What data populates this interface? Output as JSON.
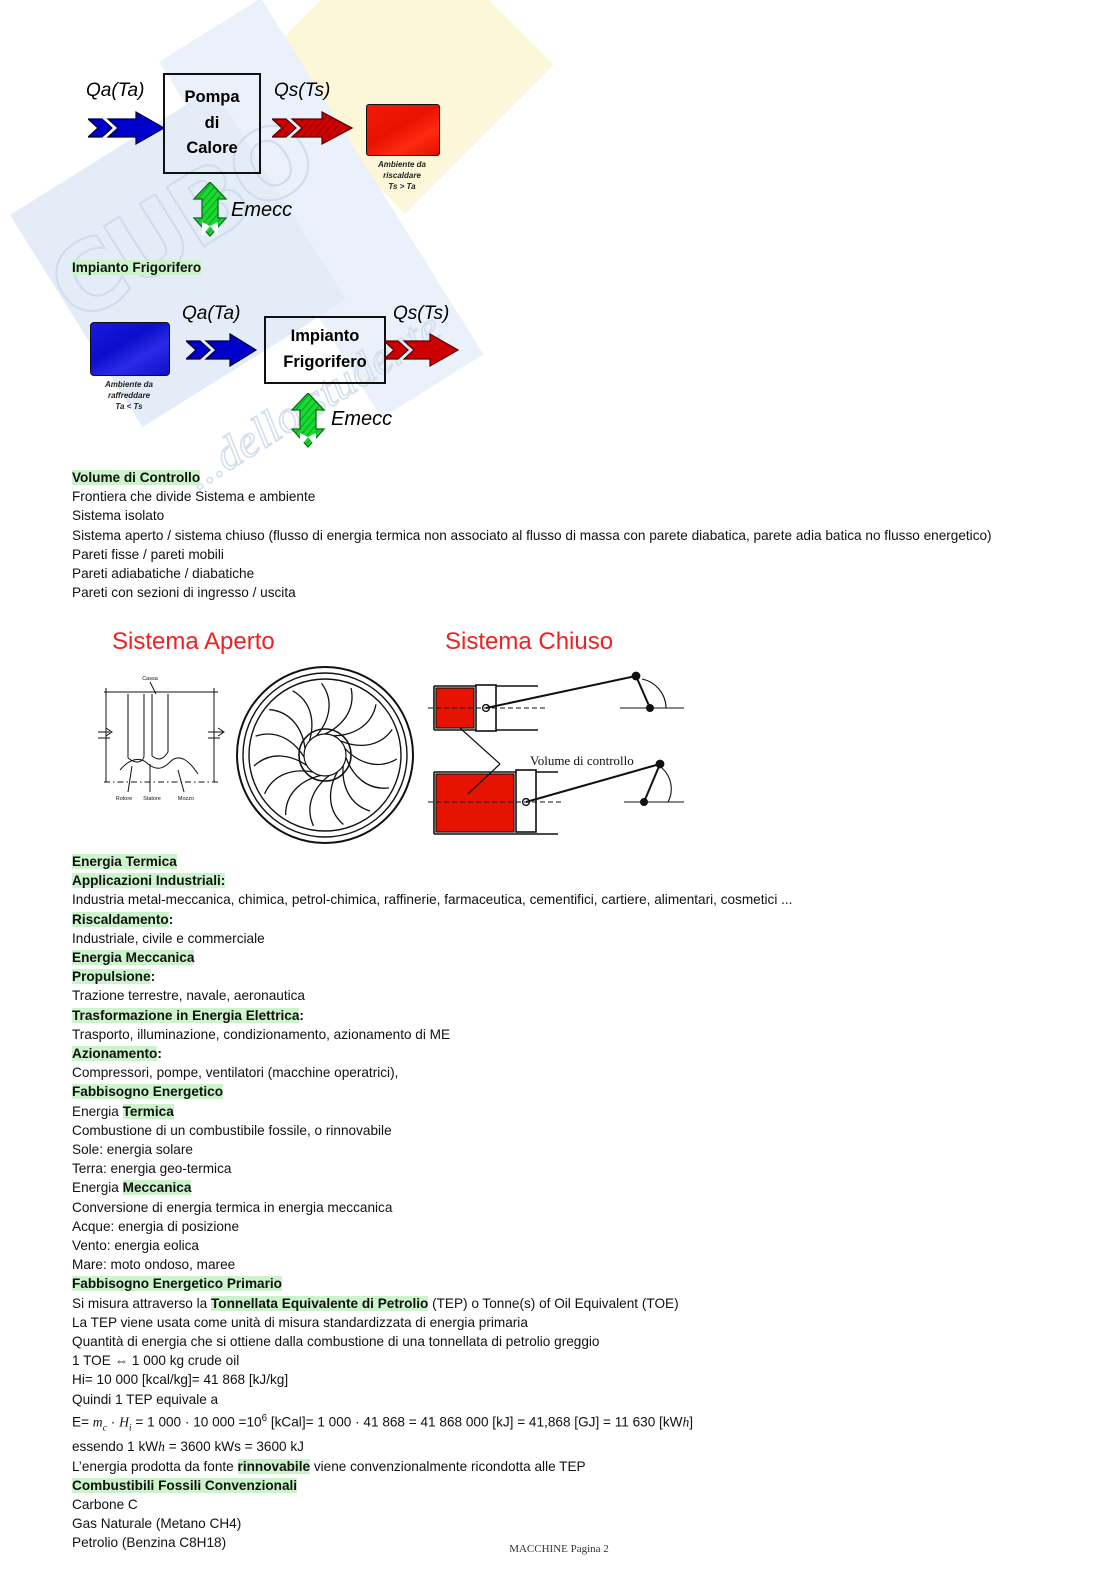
{
  "document": {
    "footer": "MACCHINE Pagina 2",
    "watermark_primary": "CUBO",
    "watermark_secondary": "...dello studente"
  },
  "diagram_heatpump": {
    "input_label": "Qa(Ta)",
    "output_label": "Qs(Ts)",
    "box_lines": [
      "Pompa",
      "di",
      "Calore"
    ],
    "work_label": "Emecc",
    "env_caption": [
      "Ambiente da",
      "riscaldare",
      "Ts > Ta"
    ],
    "env_color": "#e81200",
    "input_arrow_color": "#0000cc",
    "output_arrow_color": "#cc0000",
    "work_arrow_color": "#00cc33"
  },
  "section_frigo_title": "Impianto Frigorifero",
  "diagram_fridge": {
    "input_label": "Qa(Ta)",
    "output_label": "Qs(Ts)",
    "box_lines": [
      "Impianto",
      "Frigorifero"
    ],
    "work_label": "Emecc",
    "env_caption": [
      "Ambiente da",
      "raffreddare",
      "Ta < Ts"
    ],
    "env_color": "#0d0dcc",
    "input_arrow_color": "#0000cc",
    "output_arrow_color": "#cc0000",
    "work_arrow_color": "#00cc33"
  },
  "volume_controllo": {
    "heading": "Volume di Controllo",
    "lines": [
      "Frontiera che divide Sistema e ambiente",
      "Sistema isolato",
      "Sistema aperto / sistema chiuso (flusso di energia termica non associato al flusso di massa con parete diabatica, parete adia batica no flusso energetico)",
      "Pareti fisse / pareti mobili",
      "Pareti adiabatiche / diabatiche",
      "Pareti con sezioni di ingresso / uscita"
    ]
  },
  "figure_systems": {
    "title_open": "Sistema Aperto",
    "title_closed": "Sistema Chiuso",
    "label_volume": "Volume di controllo",
    "open_labels": [
      "Cassa",
      "Rotore",
      "Statore",
      "Mozzo"
    ],
    "title_color": "#ee2222"
  },
  "energia": {
    "h_termica": "Energia Termica",
    "h_applicazioni": "Applicazioni Industriali:",
    "t_applicazioni": "Industria metal-meccanica, chimica, petrol-chimica, raffinerie, farmaceutica, cementifici, cartiere, alimentari, cosmetici ...",
    "h_riscaldamento": "Riscaldamento",
    "h_riscaldamento_colon": ":",
    "t_riscaldamento": "Industriale, civile e commerciale",
    "h_meccanica": "Energia Meccanica",
    "h_propulsione": "Propulsione",
    "h_propulsione_colon": ":",
    "t_propulsione": "Trazione terrestre, navale, aeronautica",
    "h_trasformazione": "Trasformazione in Energia Elettrica",
    "h_trasformazione_colon": ":",
    "t_trasformazione": "Trasporto, illuminazione, condizionamento, azionamento di ME",
    "h_azionamento": "Azionamento",
    "h_azionamento_colon": ":",
    "t_azionamento": "Compressori, pompe, ventilatori (macchine operatrici),"
  },
  "fabbisogno": {
    "heading": "Fabbisogno Energetico",
    "sub1_plain": "Energia ",
    "sub1_hl": "Termica",
    "l1": "Combustione di un combustibile fossile, o rinnovabile",
    "l2": "Sole: energia solare",
    "l3": "Terra: energia geo-termica",
    "sub2_plain": "Energia ",
    "sub2_hl": "Meccanica",
    "l4": "Conversione di energia termica in energia meccanica",
    "l5": "Acque: energia di posizione",
    "l6": "Vento: energia eolica",
    "l7": "Mare: moto ondoso, maree"
  },
  "primario": {
    "heading": "Fabbisogno Energetico Primario",
    "line_tep_pre": "Si misura attraverso la ",
    "line_tep_hl": "Tonnellata Equivalente di Petrolio",
    "line_tep_post": " (TEP) o Tonne(s) of Oil Equivalent (TOE)",
    "l1": "La TEP viene usata come unità di misura standardizzata di energia primaria",
    "l2": "Quantità di energia che si ottiene dalla combustione di una tonnellata di petrolio greggio",
    "l3": "1 TOE ⇔ 1 000 kg crude oil",
    "l4": "Hi= 10 000 [kcal/kg]= 41 868 [kJ/kg]",
    "l5": "Quindi 1 TEP equivale a",
    "formula": {
      "lead": "E= ",
      "m": "m",
      "m_sub": "c",
      "dot1": " · ",
      "h": "H",
      "h_sub": "i",
      "rest1": " = 1 000 · 10 000 =10",
      "exp": "6",
      "rest2": " [kCal]= 1 000 · 41 868 = 41 868 000 [kJ] = 41,868 [GJ] = 11 630 [kW",
      "italic_h": "h",
      "rest3": "]"
    },
    "l6_pre": "essendo 1 kW",
    "l6_italic": "h",
    "l6_post": " = 3600 kWs = 3600 kJ",
    "l7_pre": "L’energia prodotta da fonte ",
    "l7_hl": "rinnovabile",
    "l7_post": " viene convenzionalmente ricondotta alle TEP"
  },
  "combustibili": {
    "heading": "Combustibili Fossili Convenzionali",
    "lines": [
      "Carbone C",
      "Gas Naturale (Metano CH4)",
      "Petrolio (Benzina C8H18)"
    ]
  }
}
